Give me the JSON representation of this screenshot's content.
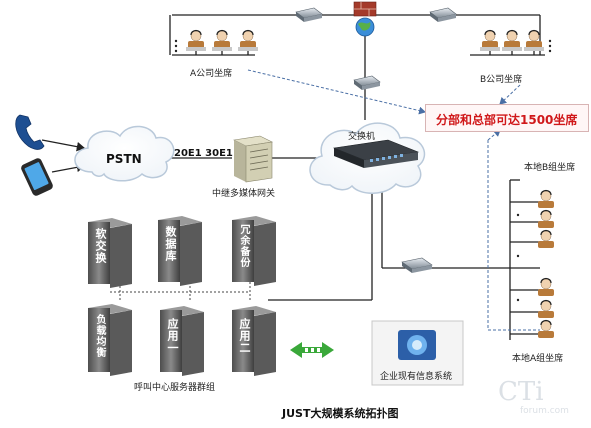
{
  "labels": {
    "site_a": "A公司坐席",
    "site_b": "B公司坐席",
    "capacity": "分部和总部可达1500坐席",
    "pstn": "PSTN",
    "e1": "20E1 30E1",
    "gateway": "中继多媒体网关",
    "switch": "交换机",
    "group_b": "本地B组坐席",
    "group_a": "本地A组坐席",
    "enterprise": "企业现有信息系统",
    "server_group": "呼叫中心服务器群组",
    "title": "JUST大规模系统拓扑图",
    "watermark_logo": "CTi",
    "watermark_domain": "forum.com"
  },
  "servers": [
    {
      "label": "软交换"
    },
    {
      "label": "数据库"
    },
    {
      "label": "冗余备份"
    },
    {
      "label": "负载均衡"
    },
    {
      "label": "应用一"
    },
    {
      "label": "应用二"
    }
  ],
  "colors": {
    "highlight_text": "#d0181a",
    "line": "#222222",
    "dotted_line": "#4a6fa5",
    "server_body": "#6b6b6b",
    "cloud_edge": "#b9c9da",
    "arrow_green": "#3aa83a"
  },
  "icons": [
    "telephone-icon",
    "mobile-phone-icon",
    "firewall-icon",
    "globe-icon",
    "router-icon",
    "agent-icon",
    "network-switch-icon",
    "media-gateway-icon",
    "server-icon",
    "enterprise-system-icon"
  ]
}
